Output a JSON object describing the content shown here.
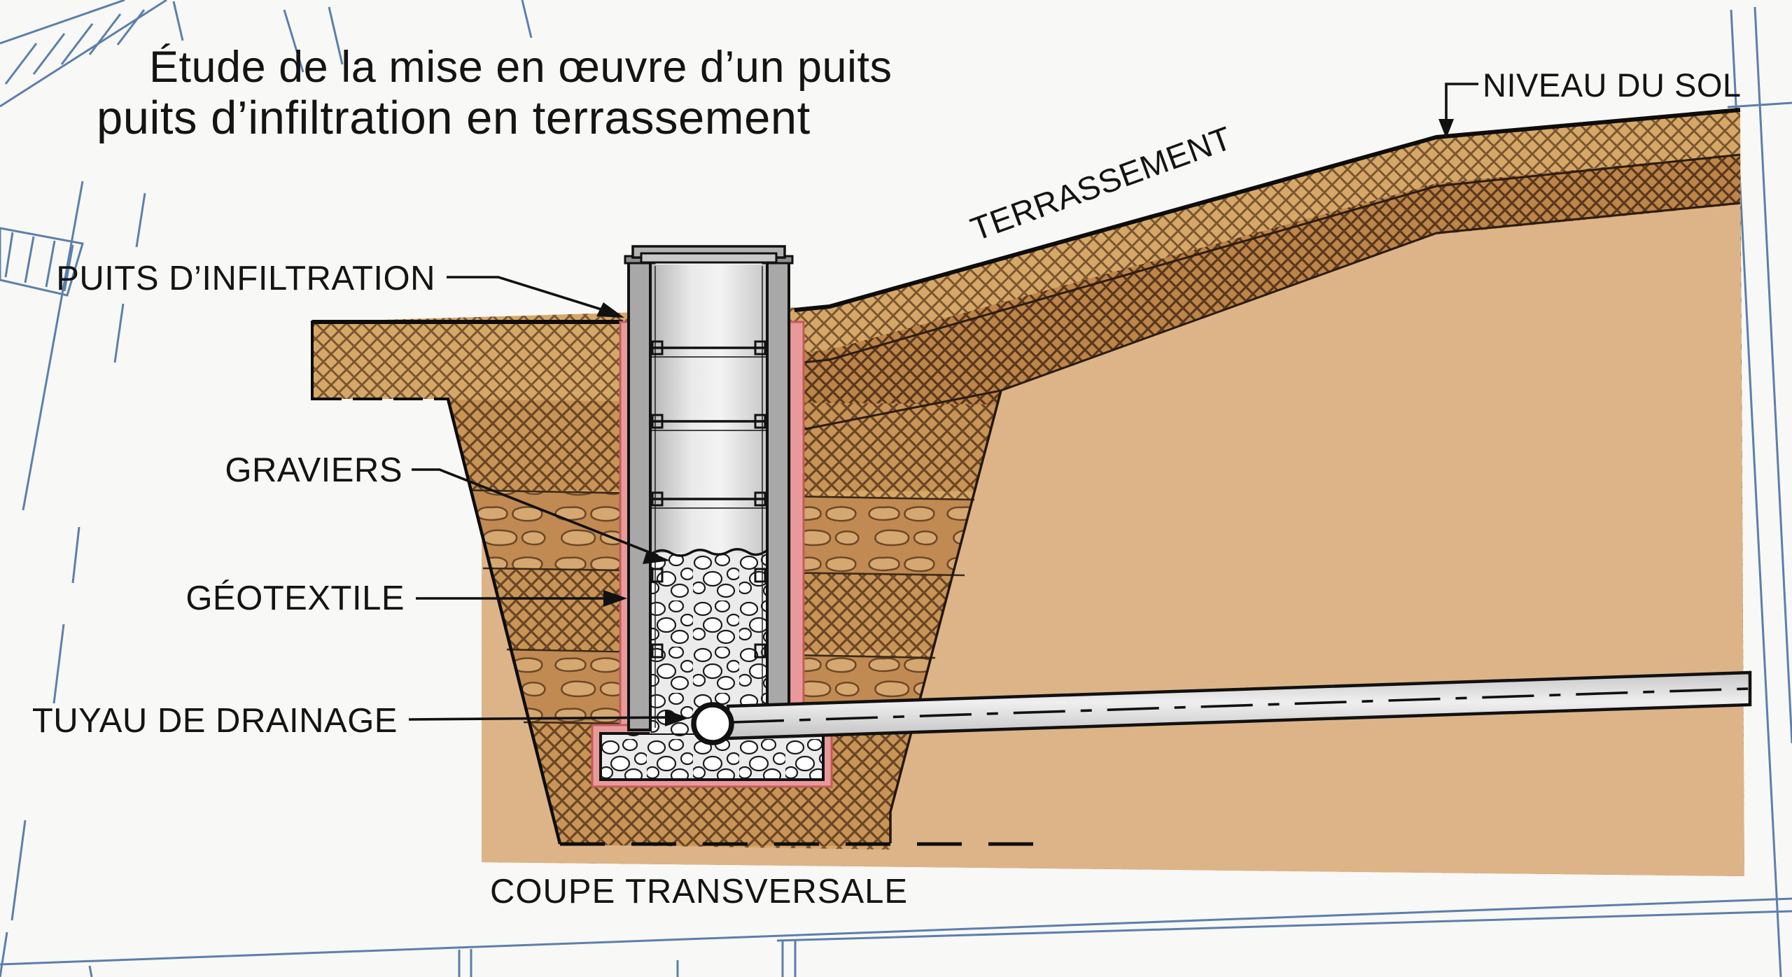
{
  "title": {
    "line1": "Étude de la mise en œuvre d’un puits",
    "line2": "puits d’infiltration en terrassement"
  },
  "labels": {
    "puits_infiltration": "PUITS D’INFILTRATION",
    "graviers": "GRAVIERS",
    "geotextile": "GÉOTEXTILE",
    "tuyau_drainage": "TUYAU DE DRAINAGE",
    "terrassement": "TERRASSEMENT",
    "niveau_du_sol": "NIVEAU DU SOL",
    "coupe_transversale": "COUPE TRANSVERSALE"
  },
  "caption": "COUPE TRANSVERSALE",
  "colors": {
    "paper": "#f8f8f6",
    "blueprint_blue": "#4c72a3",
    "soil_hatch_light": "#d6a868",
    "soil_hatch_line": "#7a5530",
    "soil_hatch_mid": "#c89556",
    "soil_hatch_dark": "#bd854a",
    "stones_band": "#c08a52",
    "backfill_tan": "#ddb488",
    "geotextile_pink": "#e89a9a",
    "geotextile_edge": "#c35b5b",
    "concrete_gray": "#a8a8a8",
    "pipe_gray": "#d8d8d8",
    "ink": "#111111"
  }
}
